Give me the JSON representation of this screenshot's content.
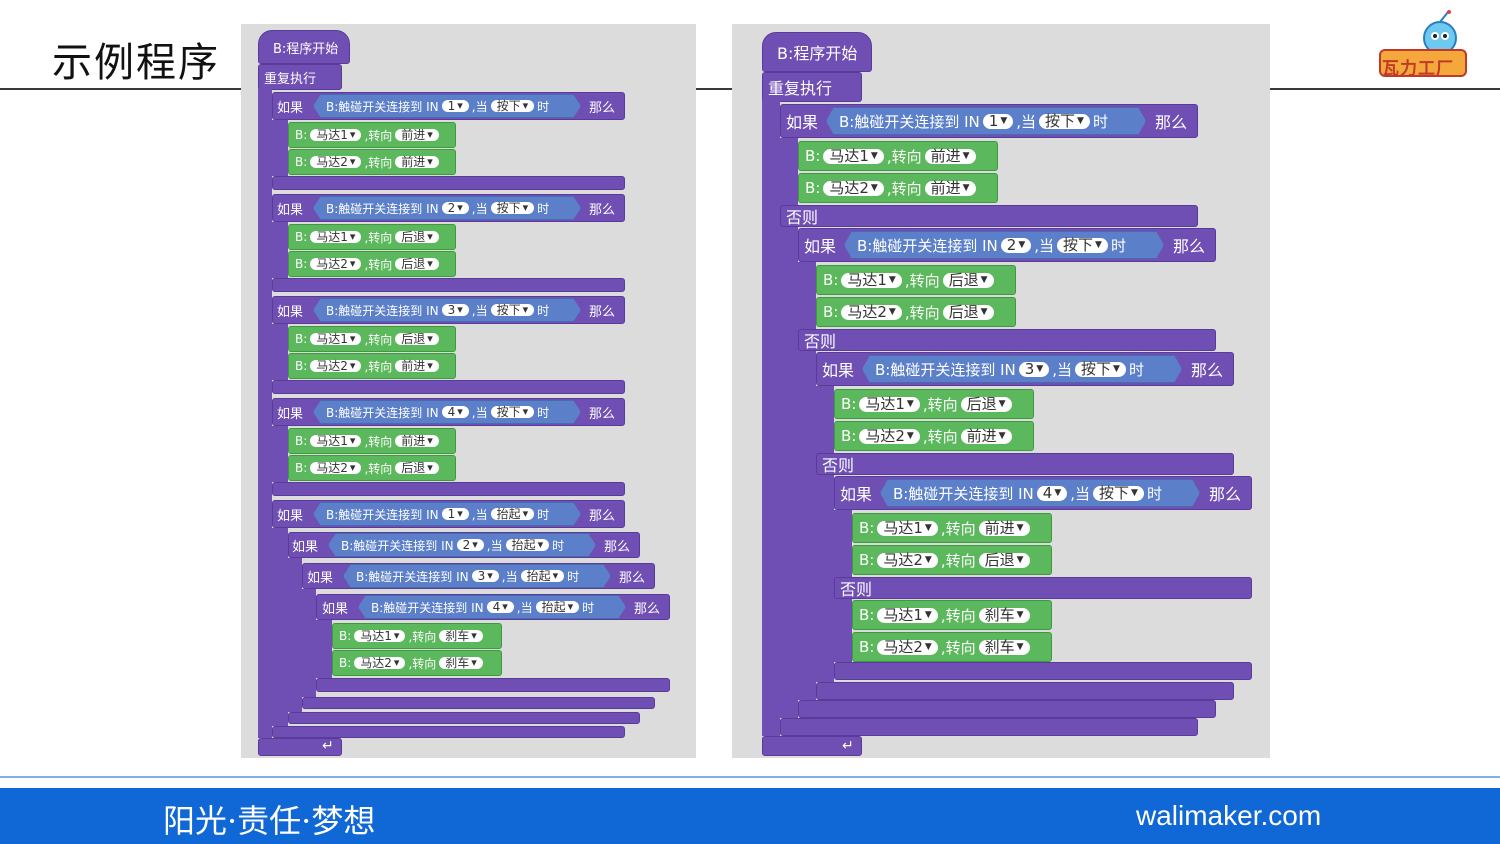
{
  "slide": {
    "title": "示例程序",
    "slogan": "阳光·责任·梦想",
    "website": "walimaker.com",
    "logo_text": "瓦力工厂"
  },
  "blocks": {
    "start": "B:程序开始",
    "forever": "重复执行",
    "if": "如果",
    "else": "否则",
    "then": "那么",
    "sensor_prefix": "B:触碰开关连接到 IN",
    "when": ",当",
    "time": "时",
    "motor_prefix": "B:",
    "turn": ",转向",
    "motor1": "马达1",
    "motor2": "马达2",
    "press": "按下",
    "lift": "抬起",
    "forward": "前进",
    "back": "后退",
    "brake": "刹车",
    "in1": "1",
    "in2": "2",
    "in3": "3",
    "in4": "4"
  },
  "colors": {
    "control": "#6f4fb3",
    "sensor": "#5b7fc9",
    "motor": "#5cb85c",
    "footer": "#1067d6"
  }
}
